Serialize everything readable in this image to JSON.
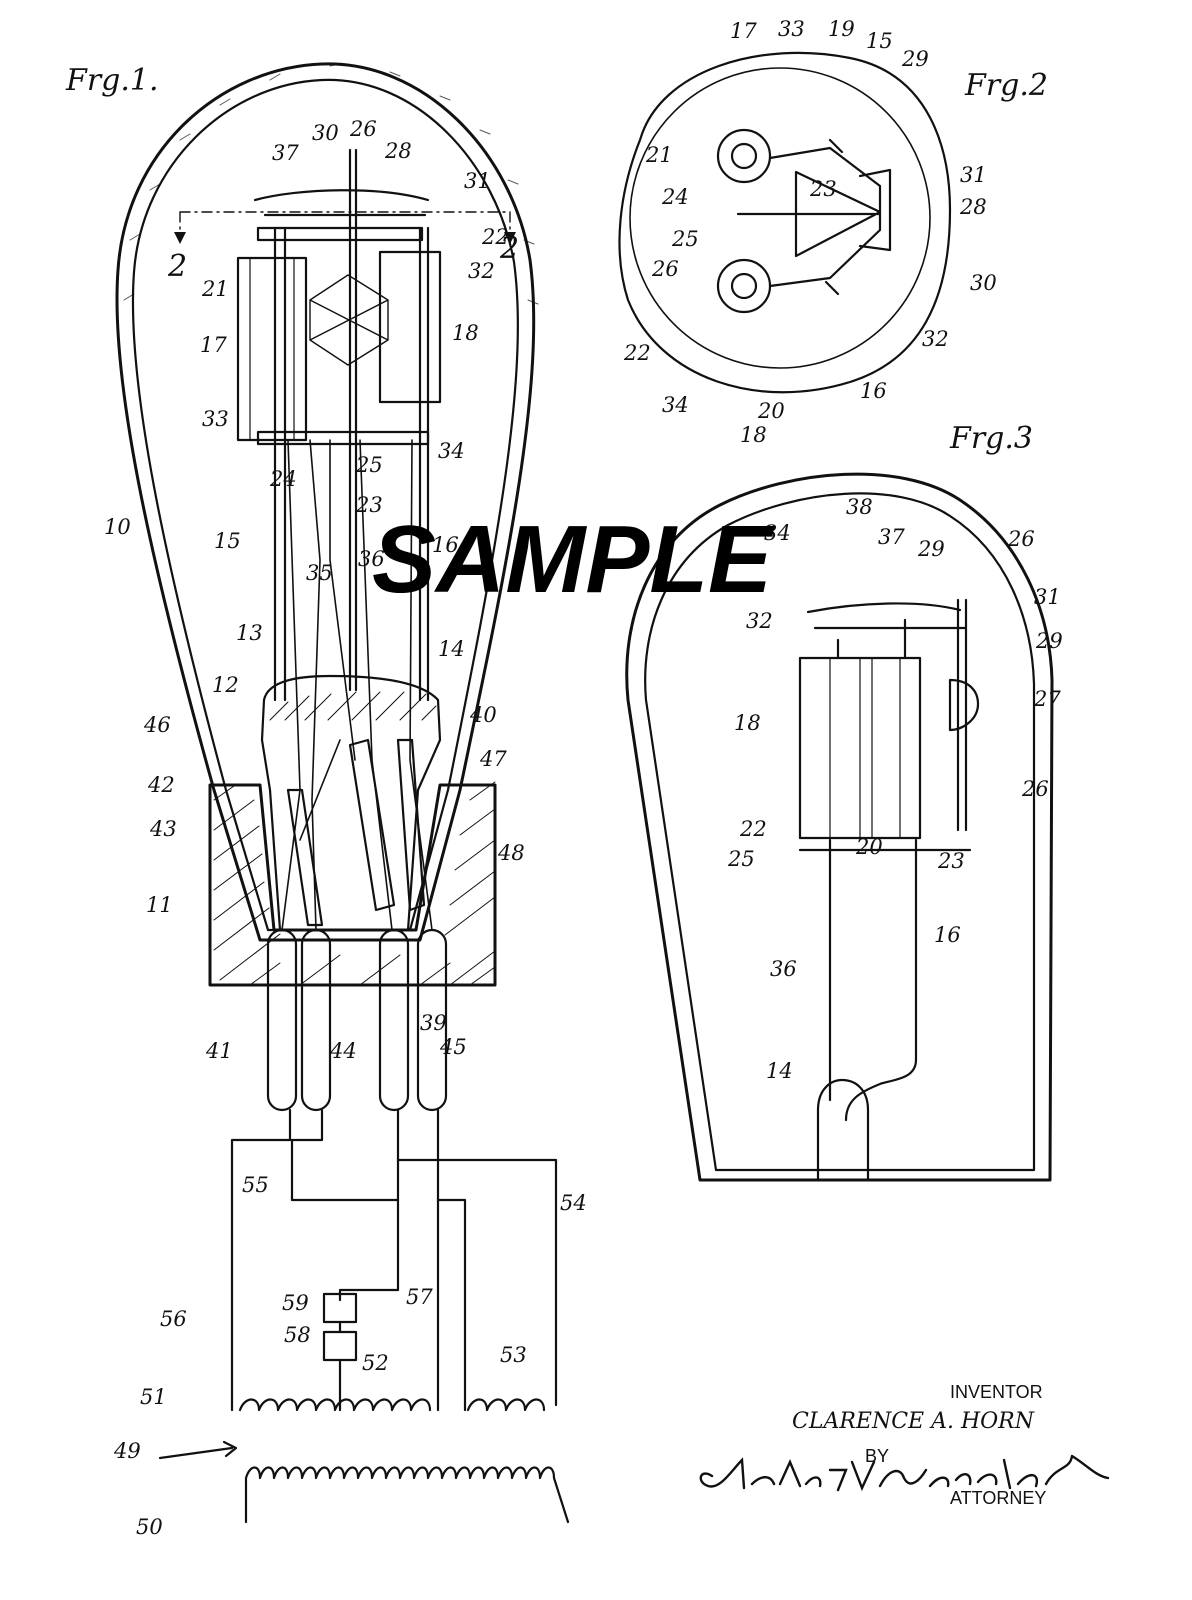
{
  "figures": {
    "fig1": "Frg.1.",
    "fig2": "Frg.2",
    "fig3": "Frg.3",
    "section_marker": "2"
  },
  "watermark": "SAMPLE",
  "credits": {
    "inventor_heading": "INVENTOR",
    "inventor_name": "CLARENCE A. HORN",
    "by": "BY",
    "signature": "Chester H. Braselton",
    "attorney": "ATTORNEY"
  },
  "fig1_labels": [
    "10",
    "11",
    "12",
    "13",
    "14",
    "15",
    "16",
    "17",
    "18",
    "21",
    "22",
    "23",
    "24",
    "25",
    "26",
    "28",
    "30",
    "31",
    "32",
    "33",
    "34",
    "35",
    "36",
    "37",
    "39",
    "40",
    "41",
    "42",
    "43",
    "44",
    "45",
    "46",
    "47",
    "48",
    "49",
    "50",
    "51",
    "52",
    "53",
    "54",
    "55",
    "56",
    "57",
    "58",
    "59"
  ],
  "fig2_labels": [
    "15",
    "16",
    "17",
    "18",
    "19",
    "20",
    "21",
    "22",
    "23",
    "24",
    "25",
    "26",
    "28",
    "29",
    "30",
    "31",
    "32",
    "33",
    "34"
  ],
  "fig3_labels": [
    "14",
    "16",
    "18",
    "20",
    "22",
    "23",
    "25",
    "26",
    "26",
    "27",
    "29",
    "29",
    "31",
    "32",
    "34",
    "36",
    "37",
    "38"
  ]
}
